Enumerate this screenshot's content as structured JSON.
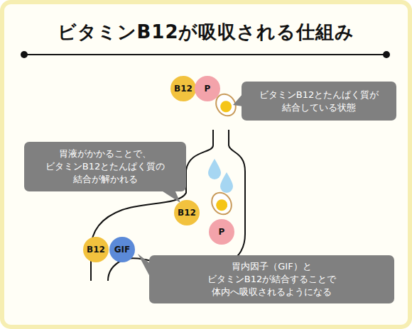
{
  "diagram": {
    "title": "ビタミンB12が吸収される仕組み",
    "nodes": [
      {
        "text": [
          "B12"
        ]
      },
      {
        "text": [
          "P"
        ]
      },
      {
        "text": [
          "ビタミンB12とたんぱく質が 結合している状態"
        ]
      },
      {
        "text": [
          "胃液がかかることで、 ビタミンB12とたんぱく質の 結合が解かれる"
        ]
      },
      {
        "text": [
          "B12"
        ]
      },
      {
        "text": [
          "P"
        ]
      },
      {
        "text": [
          "B12"
        ]
      },
      {
        "text": [
          "GIF"
        ]
      },
      {
        "text": [
          "胃内因子（GIF）と ビタミンB12が結合することで 体内へ吸収されるようになる"
        ]
      }
    ]
  }
}
